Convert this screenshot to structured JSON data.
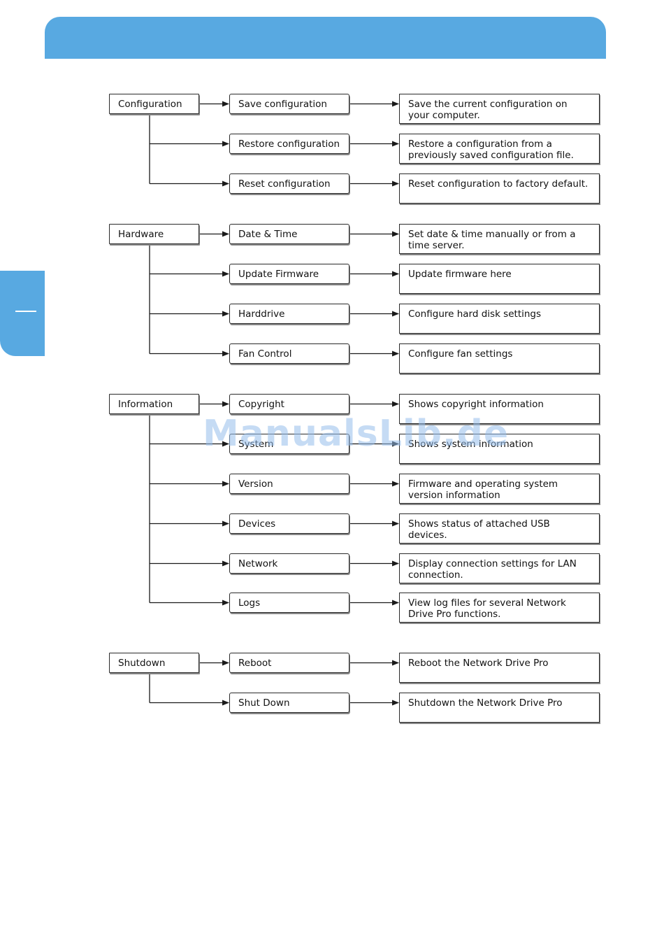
{
  "colors": {
    "accent": "#58a9e1",
    "line": "#1a1a1a"
  },
  "watermark": "ManualsLib.de",
  "groups": [
    {
      "category": "Configuration",
      "items": [
        {
          "label": "Save configuration",
          "description": "Save the current configuration on your computer."
        },
        {
          "label": "Restore configuration",
          "description": "Restore a configuration from a previously saved configuration file."
        },
        {
          "label": "Reset configuration",
          "description": "Reset configuration to factory default."
        }
      ]
    },
    {
      "category": "Hardware",
      "items": [
        {
          "label": "Date & Time",
          "description": "Set date & time manually or from a time server."
        },
        {
          "label": "Update Firmware",
          "description": "Update firmware here"
        },
        {
          "label": "Harddrive",
          "description": "Configure hard disk settings"
        },
        {
          "label": "Fan Control",
          "description": "Configure fan settings"
        }
      ]
    },
    {
      "category": "Information",
      "items": [
        {
          "label": "Copyright",
          "description": "Shows copyright information"
        },
        {
          "label": "System",
          "description": "Shows system information"
        },
        {
          "label": "Version",
          "description": "Firmware and operating system version information"
        },
        {
          "label": "Devices",
          "description": "Shows status of attached USB devices."
        },
        {
          "label": "Network",
          "description": "Display connection settings for LAN connection."
        },
        {
          "label": "Logs",
          "description": "View log files for several Network Drive Pro functions."
        }
      ]
    },
    {
      "category": "Shutdown",
      "items": [
        {
          "label": "Reboot",
          "description": "Reboot the Network Drive Pro"
        },
        {
          "label": "Shut Down",
          "description": "Shutdown the Network Drive Pro"
        }
      ]
    }
  ]
}
